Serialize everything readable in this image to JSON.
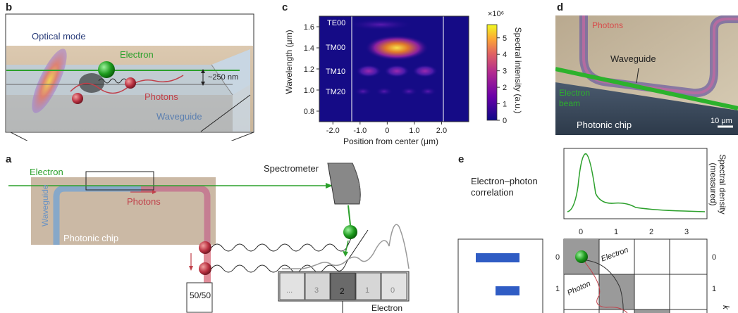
{
  "panels": {
    "a": "a",
    "b": "b",
    "c": "c",
    "d": "d",
    "e": "e"
  },
  "panel_b": {
    "optical_mode": "Optical mode",
    "electron": "Electron",
    "photons": "Photons",
    "distance": "~250 nm",
    "waveguide": "Waveguide"
  },
  "panel_a": {
    "electron": "Electron",
    "photons": "Photons",
    "waveguide": "Waveguide",
    "photonic_chip": "Photonic chip",
    "spectrometer": "Spectrometer",
    "splitter": "50/50",
    "detector_labels": [
      "...",
      "3",
      "2",
      "1",
      "0"
    ],
    "electron_bottom": "Electron"
  },
  "chart_data": {
    "type": "heatmap",
    "xlabel": "Position from center (μm)",
    "ylabel": "Wavelength (μm)",
    "x_ticks": [
      "-2.0",
      "-1.0",
      "0",
      "1.0",
      "2.0"
    ],
    "y_ticks": [
      "1.6",
      "1.4",
      "1.2",
      "1.0",
      "0.8"
    ],
    "xlim": [
      -2.5,
      3.0
    ],
    "ylim": [
      0.7,
      1.7
    ],
    "mode_labels": [
      "TE00",
      "TM00",
      "TM10",
      "TM20"
    ],
    "colorbar_label": "Spectral intensity (a.u.)",
    "colorbar_ticks": [
      "5",
      "4",
      "3",
      "2",
      "1",
      "0"
    ],
    "colorbar_multiplier": "×10⁶",
    "colorbar_range": [
      0,
      5.8
    ]
  },
  "panel_d": {
    "photons": "Photons",
    "waveguide": "Waveguide",
    "electron_beam_1": "Electron",
    "electron_beam_2": "beam",
    "photonic_chip": "Photonic chip",
    "scale_bar": "10 μm"
  },
  "panel_e": {
    "title_1": "Electron–photon",
    "title_2": "correlation",
    "spectral_label_1": "Spectral density",
    "spectral_label_2": "(measured)",
    "grid_col_labels": [
      "0",
      "1",
      "2",
      "3"
    ],
    "grid_row_labels_left": [
      "0",
      "1"
    ],
    "grid_row_labels_right": [
      "0",
      "1"
    ],
    "k_label": "k",
    "electron": "Electron",
    "photon": "Photon"
  },
  "colors": {
    "electron": "#2ca02c",
    "photon": "#c0404a",
    "waveguide": "#7ba4cf",
    "bar_blue": "#2f5cc4"
  }
}
